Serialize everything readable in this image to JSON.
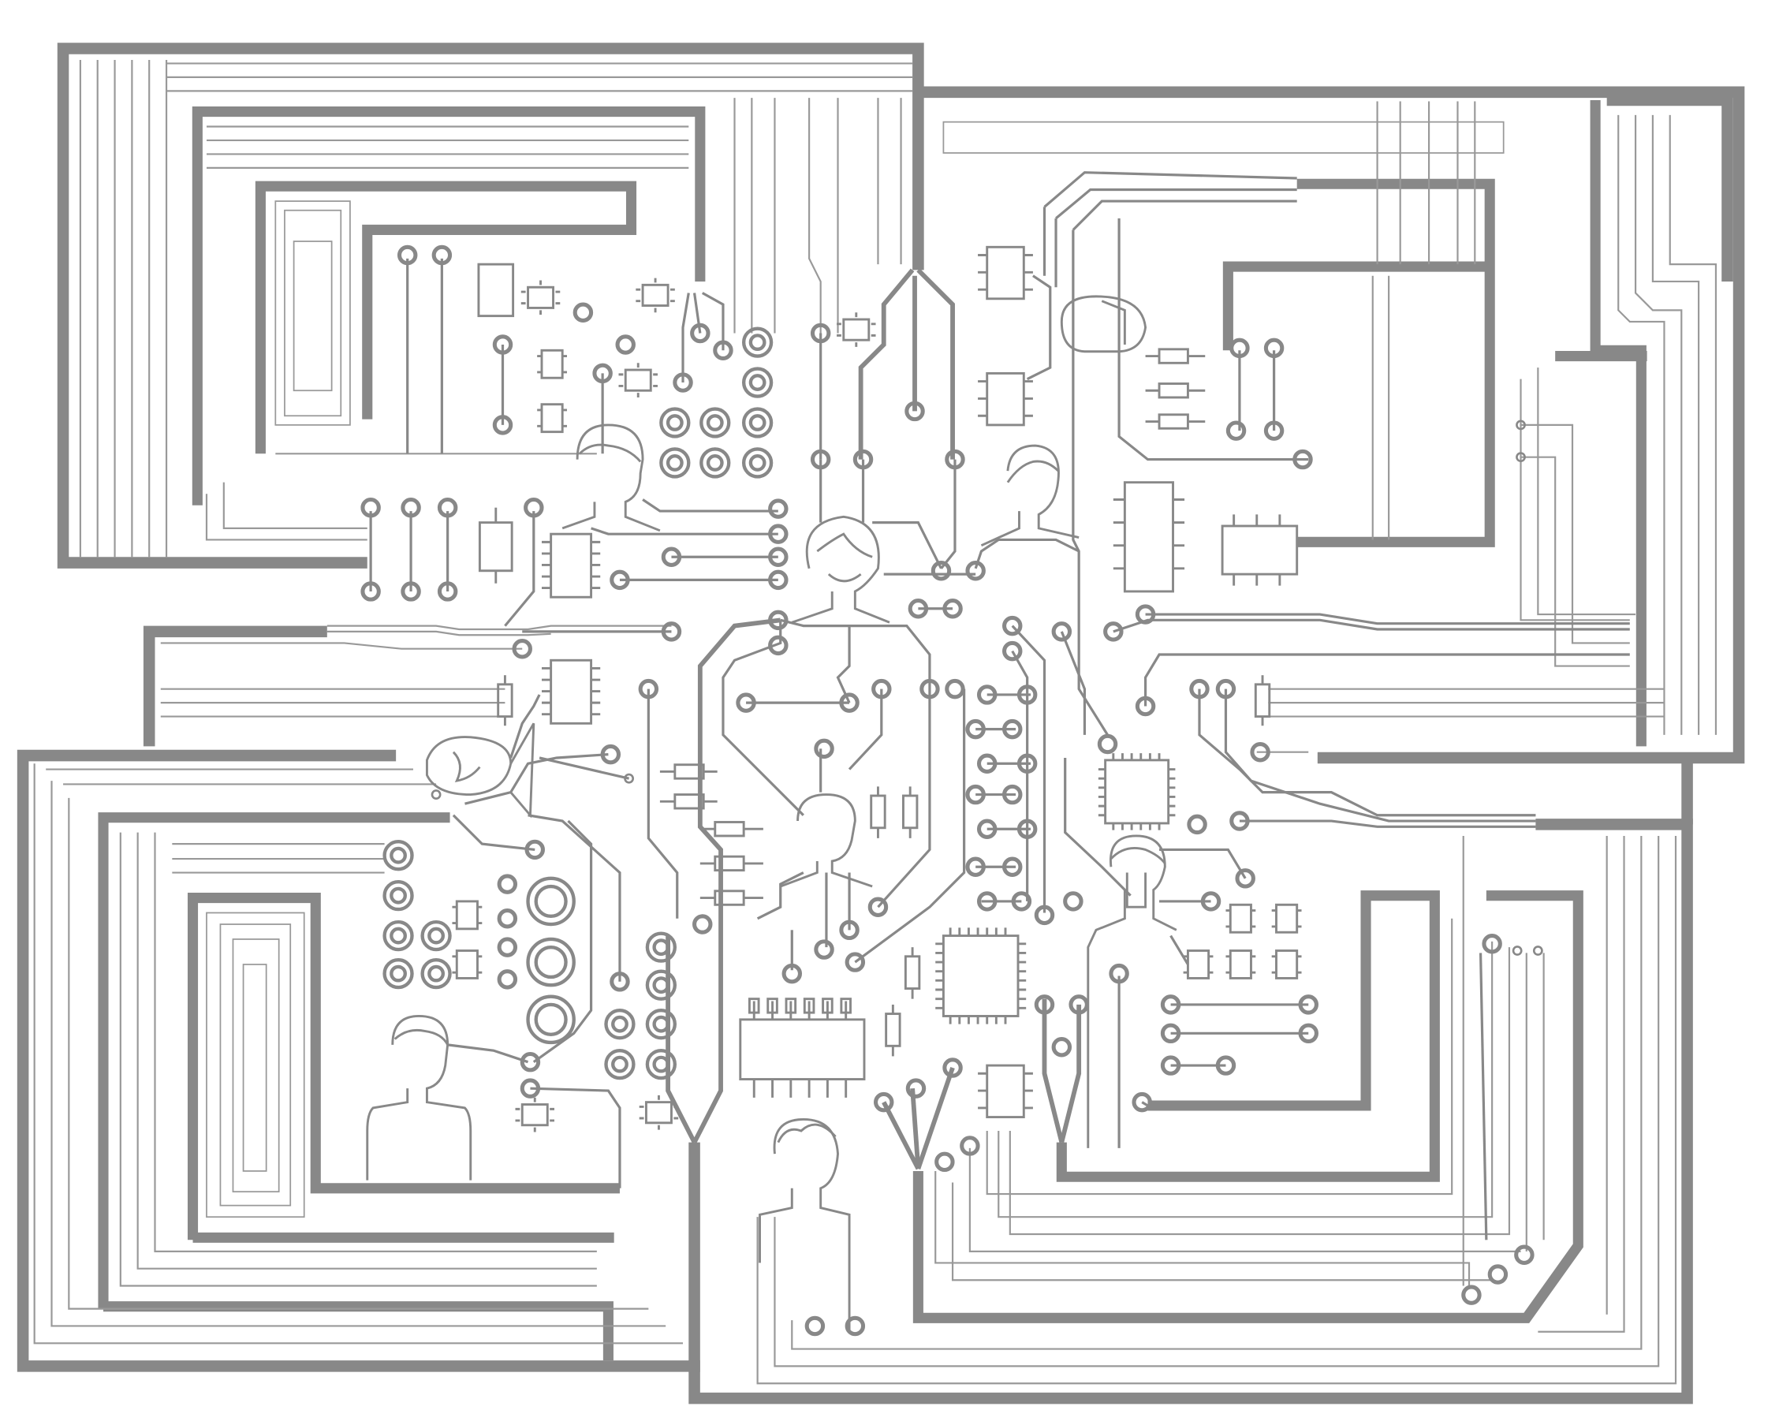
{
  "illustration": {
    "stroke_color": "#888888",
    "thin_stroke_color": "#9a9a9a",
    "background_color": "#ffffff",
    "people_icons": [
      "person-icon-top-left",
      "person-icon-top-center",
      "person-icon-top-right",
      "person-icon-left",
      "person-icon-center",
      "person-icon-right",
      "person-icon-bottom-left",
      "person-icon-bottom-center"
    ]
  }
}
